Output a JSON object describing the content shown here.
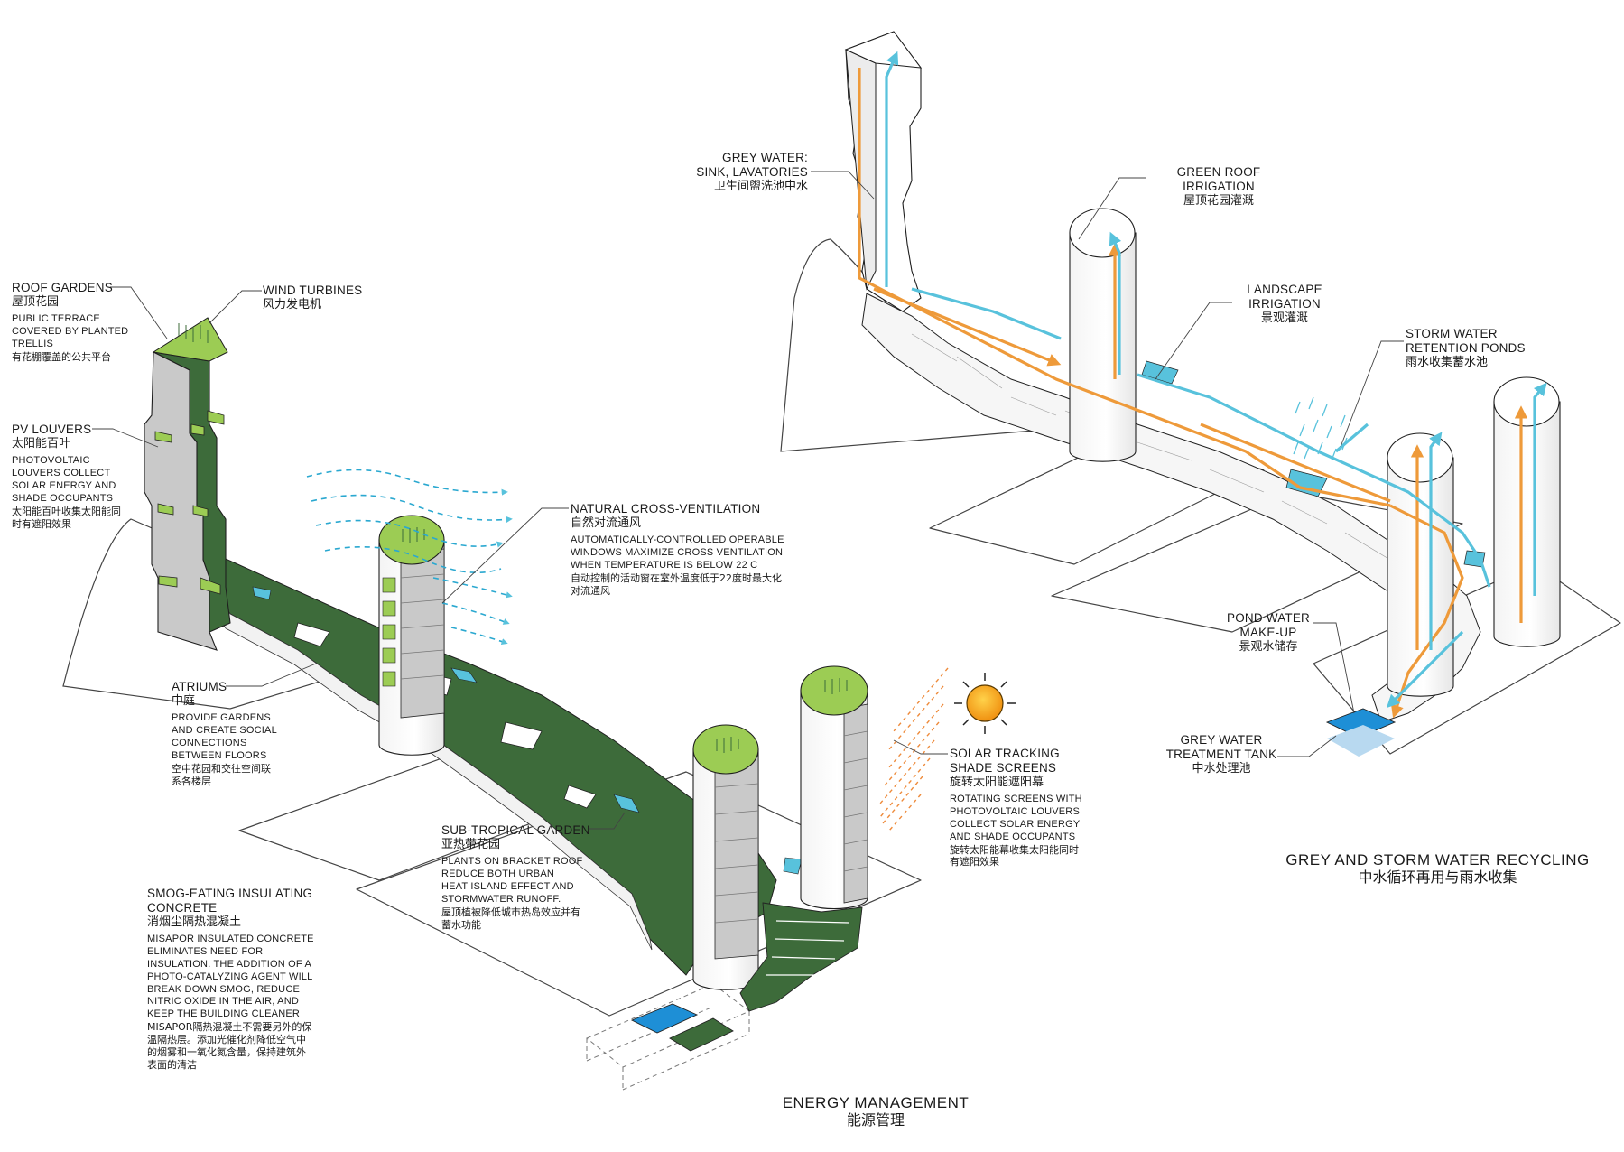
{
  "energy": {
    "title": "ENERGY MANAGEMENT",
    "title_zh": "能源管理",
    "labels": {
      "roof_gardens": {
        "title": "ROOF GARDENS",
        "zh": "屋顶花园",
        "desc": [
          "PUBLIC TERRACE",
          "COVERED BY PLANTED",
          "TRELLIS"
        ],
        "desc_zh": [
          "有花棚覆盖的公共平台"
        ]
      },
      "wind_turbines": {
        "title": "WIND TURBINES",
        "zh": "风力发电机"
      },
      "pv_louvers": {
        "title": "PV LOUVERS",
        "zh": "太阳能百叶",
        "desc": [
          "PHOTOVOLTAIC",
          "LOUVERS COLLECT",
          "SOLAR ENERGY AND",
          "SHADE OCCUPANTS"
        ],
        "desc_zh": [
          "太阳能百叶收集太阳能同",
          "时有遮阳效果"
        ]
      },
      "natural_ventilation": {
        "title": "NATURAL CROSS-VENTILATION",
        "zh": "自然对流通风",
        "desc": [
          "AUTOMATICALLY-CONTROLLED OPERABLE",
          "WINDOWS MAXIMIZE CROSS VENTILATION",
          "WHEN TEMPERATURE IS BELOW 22 C"
        ],
        "desc_zh": [
          "自动控制的活动窗在室外温度低于22度时最大化",
          "对流通风"
        ]
      },
      "atriums": {
        "title": "ATRIUMS",
        "zh": "中庭",
        "desc": [
          "PROVIDE GARDENS",
          "AND CREATE SOCIAL",
          "CONNECTIONS",
          "BETWEEN FLOORS"
        ],
        "desc_zh": [
          "空中花园和交往空间联",
          "系各楼层"
        ]
      },
      "solar_screens": {
        "title": [
          "SOLAR TRACKING",
          "SHADE SCREENS"
        ],
        "zh": "旋转太阳能遮阳幕",
        "desc": [
          "ROTATING SCREENS WITH",
          "PHOTOVOLTAIC LOUVERS",
          "COLLECT SOLAR ENERGY",
          "AND SHADE OCCUPANTS"
        ],
        "desc_zh": [
          "旋转太阳能幕收集太阳能同时",
          "有遮阳效果"
        ]
      },
      "subtropical_garden": {
        "title": "SUB-TROPICAL GARDEN",
        "zh": "亚热带花园",
        "desc": [
          "PLANTS ON BRACKET ROOF",
          "REDUCE BOTH URBAN",
          "HEAT ISLAND EFFECT AND",
          "STORMWATER RUNOFF."
        ],
        "desc_zh": [
          "屋顶植被降低城市热岛效应并有",
          "蓄水功能"
        ]
      },
      "smog_concrete": {
        "title": [
          "SMOG-EATING INSULATING",
          "CONCRETE"
        ],
        "zh": "消烟尘隔热混凝土",
        "desc": [
          "MISAPOR INSULATED CONCRETE",
          "ELIMINATES NEED FOR",
          "INSULATION.  THE ADDITION OF A",
          "PHOTO-CATALYZING AGENT WILL",
          "BREAK DOWN SMOG, REDUCE",
          "NITRIC OXIDE IN THE AIR, AND",
          "KEEP THE BUILDING CLEANER"
        ],
        "desc_zh": [
          "MISAPOR隔热混凝土不需要另外的保",
          "温隔热层。添加光催化剂降低空气中",
          "的烟雾和一氧化氮含量，保持建筑外",
          "表面的清洁"
        ]
      }
    }
  },
  "water": {
    "title": "GREY AND STORM WATER RECYCLING",
    "title_zh": "中水循环再用与雨水收集",
    "labels": {
      "grey_water_sink": {
        "title": [
          "GREY WATER:",
          "SINK, LAVATORIES"
        ],
        "zh": "卫生间盥洗池中水"
      },
      "green_roof_irrigation": {
        "title": [
          "GREEN ROOF",
          "IRRIGATION"
        ],
        "zh": "屋顶花园灌溉"
      },
      "landscape_irrigation": {
        "title": [
          "LANDSCAPE",
          "IRRIGATION"
        ],
        "zh": "景观灌溉"
      },
      "storm_water_ponds": {
        "title": [
          "STORM WATER",
          "RETENTION PONDS"
        ],
        "zh": "雨水收集蓄水池"
      },
      "pond_makeup": {
        "title": [
          "POND WATER",
          "MAKE-UP"
        ],
        "zh": "景观水储存"
      },
      "treatment_tank": {
        "title": [
          "GREY WATER",
          "TREATMENT TANK"
        ],
        "zh": "中水处理池"
      }
    }
  },
  "colors": {
    "green_roof": "#3d6b3a",
    "green_light": "#9ccc54",
    "tower_grey": "#c9c9c9",
    "water_blue": "#58c2dc",
    "grey_water_orange": "#ee9a3a",
    "sun": "#f2a21a",
    "pool_blue": "#1e8fd6"
  }
}
